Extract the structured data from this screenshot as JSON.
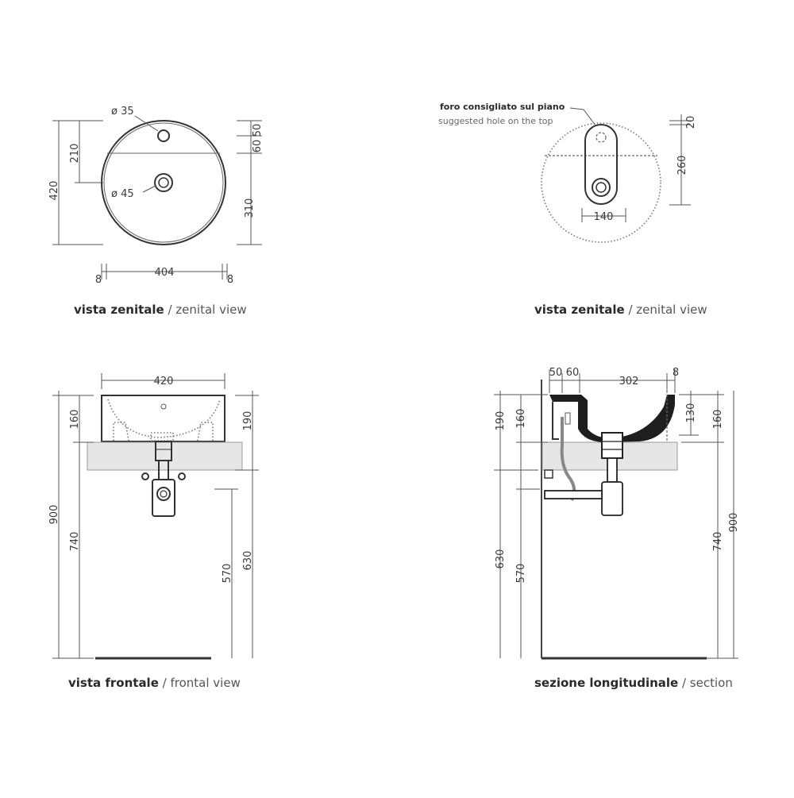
{
  "views": {
    "top_left": {
      "caption_main": "vista zenitale",
      "caption_sep": " / ",
      "caption_en": "zenital view",
      "dims": {
        "d35": "ø 35",
        "d45": "ø 45",
        "h420": "420",
        "h210": "210",
        "r50": "50",
        "r60": "60",
        "r310": "310",
        "w404": "404",
        "w8l": "8",
        "w8r": "8"
      }
    },
    "top_right": {
      "caption_main": "vista zenitale",
      "caption_sep": " / ",
      "caption_en": "zenital view",
      "note_it": "foro consigliato sul piano",
      "note_en": "suggested hole on the top",
      "dims": {
        "d20": "20",
        "d260": "260",
        "d140": "140"
      }
    },
    "bottom_left": {
      "caption_main": "vista frontale",
      "caption_sep": " / ",
      "caption_en": "frontal view",
      "dims": {
        "w420": "420",
        "l900": "900",
        "l160": "160",
        "l740": "740",
        "r190": "190",
        "r630": "630",
        "r570": "570"
      }
    },
    "bottom_right": {
      "caption_main": "sezione longitudinale",
      "caption_sep": " / ",
      "caption_en": "section",
      "dims": {
        "t50": "50",
        "t60": "60",
        "t302": "302",
        "t8": "8",
        "l190": "190",
        "l160": "160",
        "l630": "630",
        "l570": "570",
        "r130": "130",
        "r160": "160",
        "r740": "740",
        "r900": "900"
      }
    }
  }
}
